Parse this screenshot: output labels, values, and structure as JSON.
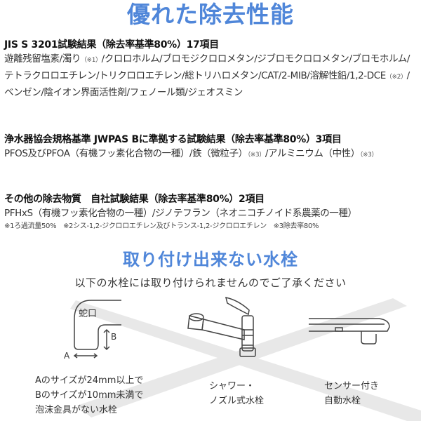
{
  "title": "優れた除去性能",
  "sections": [
    {
      "heading": "JIS S 3201試験結果（除去率基準80%）17項目",
      "body_parts": [
        "遊離残留塩素/濁り",
        "（※1）",
        "/クロロホルム/ブロモジクロロメタン/ジブロモクロロメタン/ブロモホルム/テトラクロロエチレン/トリクロロエチレン/総トリハロメタン/CAT/2-MIB/溶解性鉛/1,2-DCE",
        "（※2）",
        "/ベンゼン/陰イオン界面活性剤/フェノール類/ジェオスミン"
      ]
    },
    {
      "heading": "浄水器協会規格基準 JWPAS Bに準拠する試験結果（除去率基準80%）3項目",
      "body_parts": [
        "PFOS及びPFOA（有機フッ素化合物の一種）/鉄（微粒子）",
        "（※3）",
        "/アルミニウム（中性）",
        "（※3）"
      ]
    },
    {
      "heading": "その他の除去物質　自社試験結果（除去率基準80%）2項目",
      "body_parts": [
        "PFHxS（有機フッ素化合物の一種）/ジノテフラン（ネオニコチノイド系農薬の一種）"
      ]
    }
  ],
  "footnotes": "※1ろ過流量50%　※2シス-1,2-ジクロロエチレン及びトランス-1,2-ジクロロエチレン　※3除去率80%",
  "incompatible": {
    "title": "取り付け出来ない水栓",
    "subtitle": "以下の水栓には取り付けられませんのでご了承ください",
    "faucet_label": "蛇口",
    "dim_a": "A",
    "dim_b": "B",
    "items": [
      {
        "lines": [
          "Aのサイズが24mm以上で",
          "Bのサイズが10mm未満で",
          "泡沫金具がない水栓"
        ]
      },
      {
        "lines": [
          "シャワー・",
          "ノズル式水栓"
        ]
      },
      {
        "lines": [
          "センサー付き",
          "自動水栓"
        ]
      }
    ]
  },
  "colors": {
    "accent": "#4f86d9",
    "cross": "#e6e6e6"
  }
}
